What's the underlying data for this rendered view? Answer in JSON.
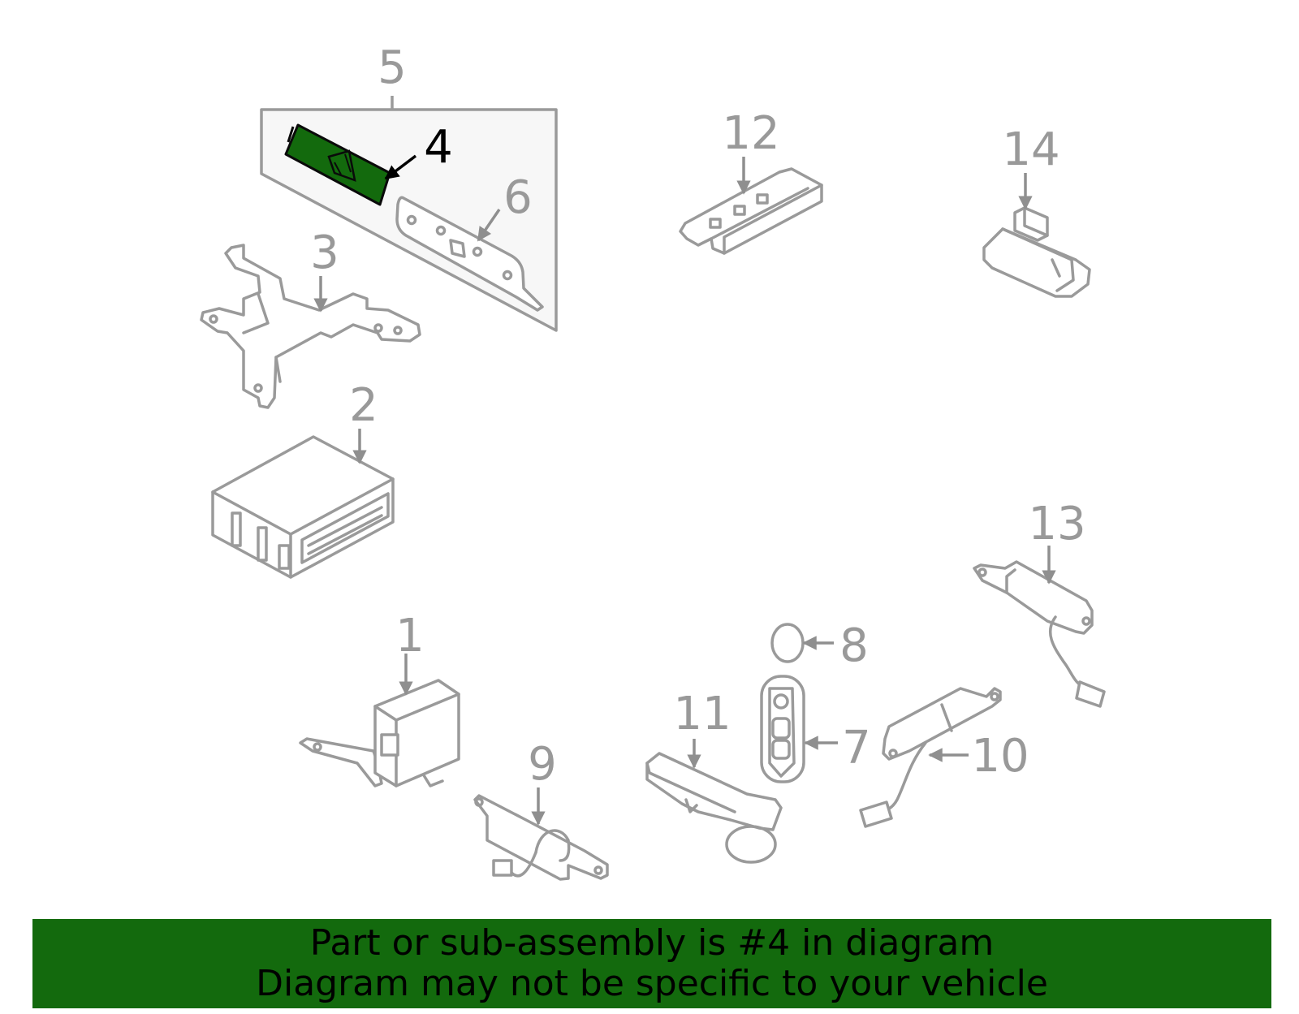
{
  "callouts": {
    "n1": "1",
    "n2": "2",
    "n3": "3",
    "n4": "4",
    "n5": "5",
    "n6": "6",
    "n7": "7",
    "n8": "8",
    "n9": "9",
    "n10": "10",
    "n11": "11",
    "n12": "12",
    "n13": "13",
    "n14": "14"
  },
  "highlight_part": "4",
  "colors": {
    "highlight_fill": "#136a0d",
    "banner_bg": "#136a0d",
    "line": "#9a9a9a",
    "inset_bg": "#f7f7f7"
  },
  "banner": {
    "line1": "Part or sub-assembly is #4 in diagram",
    "line2": "Diagram may not be specific to your vehicle"
  }
}
